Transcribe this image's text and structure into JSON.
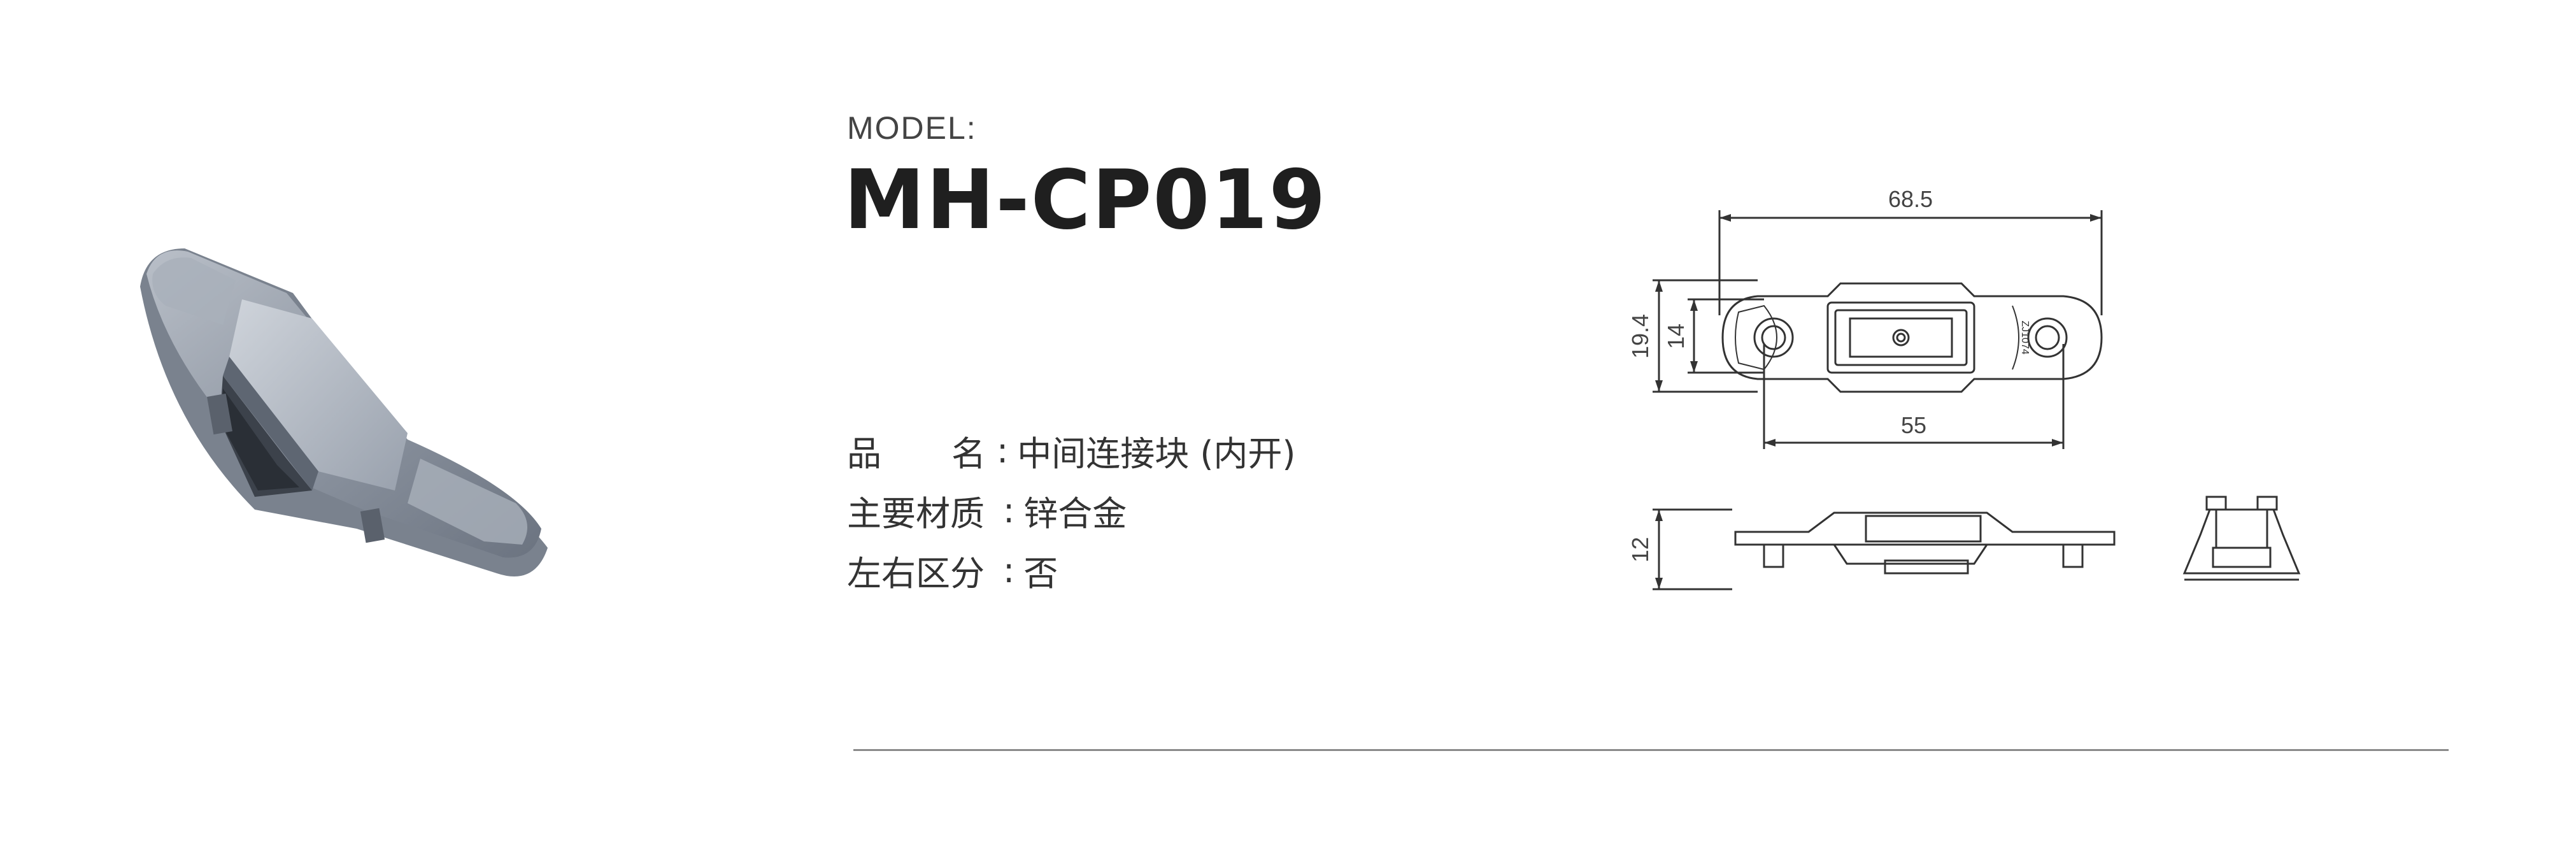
{
  "model": {
    "label": "MODEL:",
    "code": "MH-CP019"
  },
  "specs": [
    {
      "label_a": "品",
      "label_b": "名",
      "value": "中间连接块 (内开)"
    },
    {
      "label": "主要材质",
      "value": "锌合金"
    },
    {
      "label": "左右区分",
      "value": "否"
    }
  ],
  "separator": ":",
  "drawing": {
    "dimensions": {
      "overall_length": "68.5",
      "hole_spacing": "55",
      "overall_height": "19.4",
      "inner_height": "14",
      "thickness": "12"
    },
    "part_marking": "ZJ1074"
  }
}
